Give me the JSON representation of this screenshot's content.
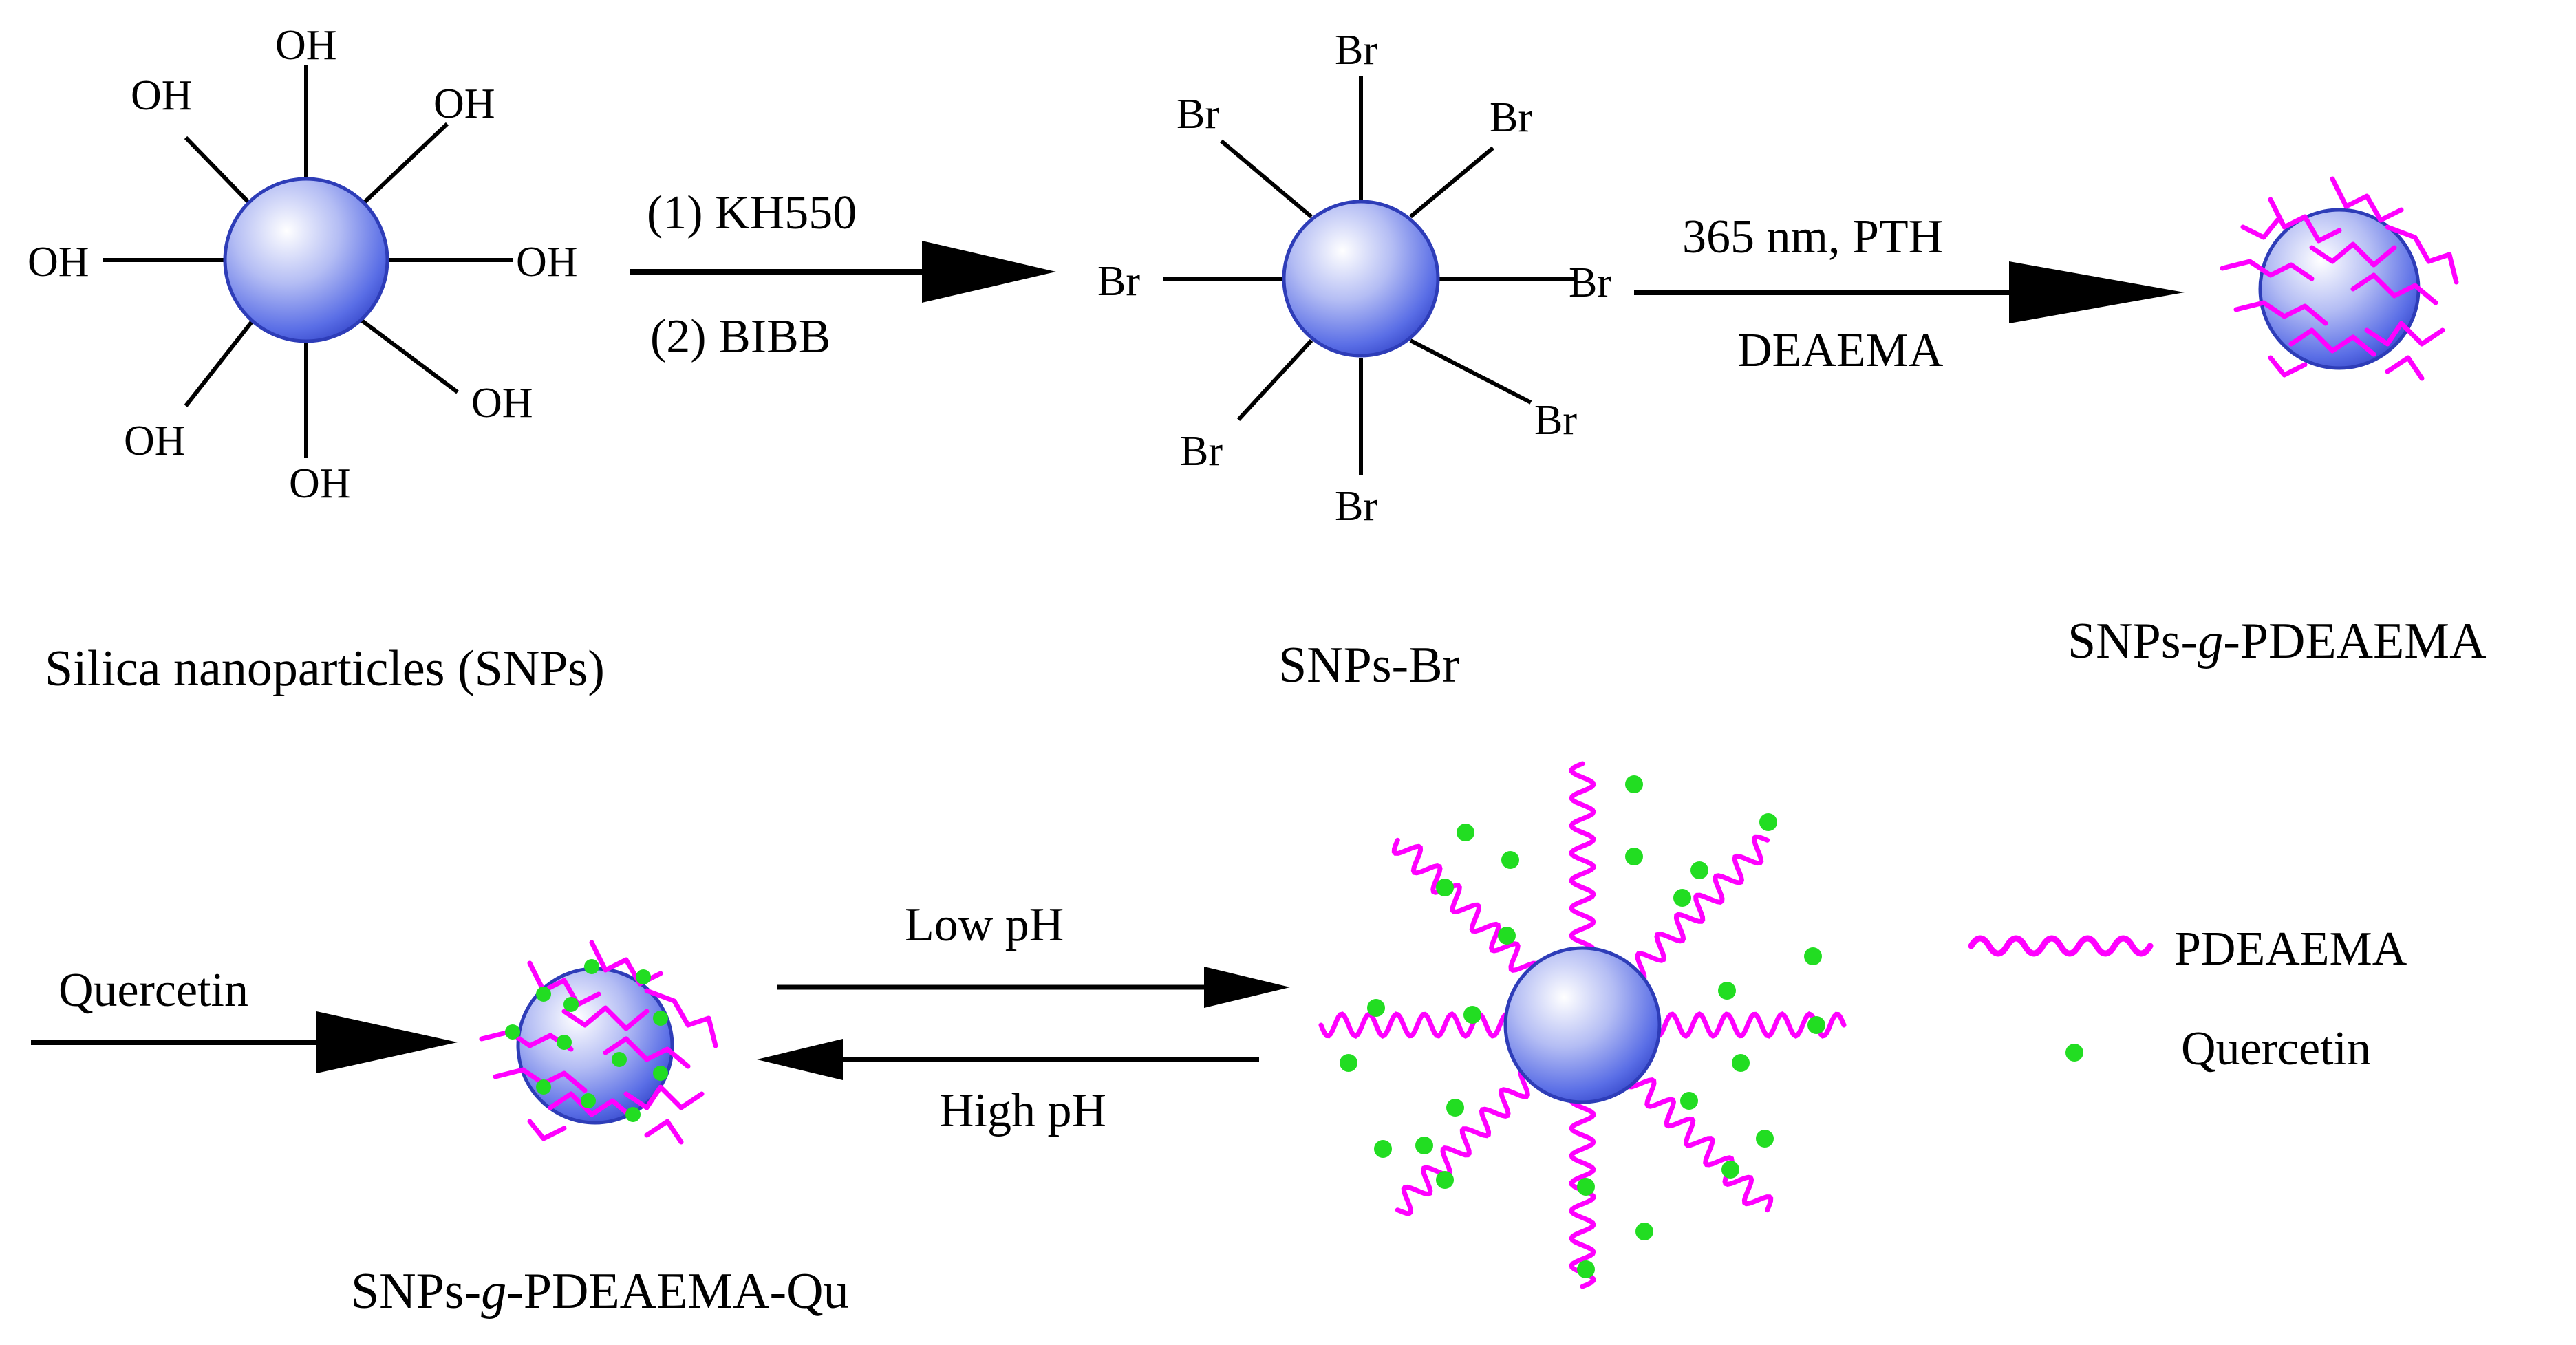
{
  "step1": {
    "title": "Silica nanoparticles (SNPs)",
    "group": "OH",
    "reagent_1": "(1) KH550",
    "reagent_2": "(2) BIBB"
  },
  "step2": {
    "title": "SNPs-Br",
    "group": "Br",
    "condition": "365 nm, PTH",
    "monomer": "DEAEMA"
  },
  "step3": {
    "title_pre": "SNPs-",
    "title_italic": "g",
    "title_post": "-PDEAEMA"
  },
  "step4": {
    "loading_agent": "Quercetin",
    "title_pre": "SNPs-",
    "title_italic": "g",
    "title_post": "-PDEAEMA-Qu",
    "forward_condition": "Low pH",
    "reverse_condition": "High pH"
  },
  "legend": {
    "chain_label": "PDEAEMA",
    "drug_label": "Quercetin"
  },
  "colors": {
    "particle": "#5a6ee6",
    "chain": "#ff00ff",
    "drug": "#22dd22",
    "arrow": "#000000"
  }
}
